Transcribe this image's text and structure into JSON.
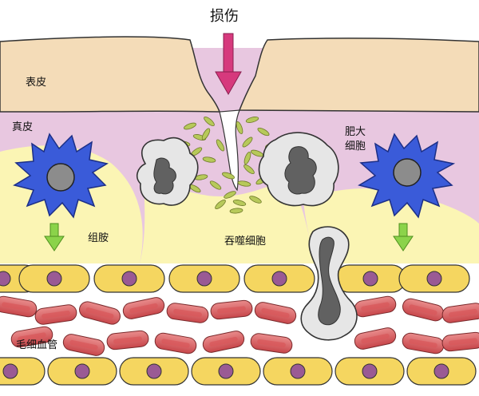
{
  "labels": {
    "injury": "损伤",
    "epidermis": "表皮",
    "dermis": "真皮",
    "mast_cell_line1": "肥大",
    "mast_cell_line2": "细胞",
    "histamine": "组胺",
    "phagocyte": "吞噬细胞",
    "capillary": "毛细血管"
  },
  "colors": {
    "epidermis": "#f4dcb8",
    "dermis": "#e8c7e0",
    "histamine_zone": "#fbf5b4",
    "mast_cell": "#3a5bd9",
    "mast_cell_nucleus": "#8c8c8c",
    "phagocyte_body": "#e6e6e6",
    "phagocyte_nucleus": "#616161",
    "bacteria": "#b7c95a",
    "injury_arrow": "#d6397d",
    "histamine_arrow": "#8bd34a",
    "vessel_cell": "#f5d660",
    "vessel_nucleus": "#9a5a94",
    "red_blood_cell": "#d9575a",
    "outline": "#333333"
  }
}
